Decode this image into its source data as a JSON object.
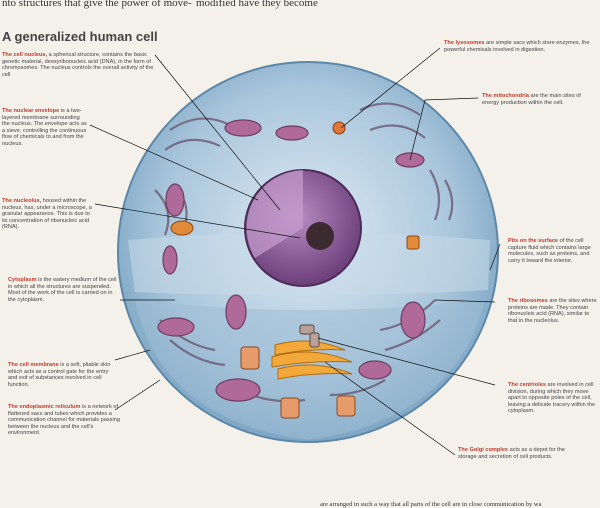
{
  "page": {
    "top_left": "nto structures that give the power of move-",
    "top_right": "modified have they become",
    "heading": "A generalized human cell",
    "bottom_text": "are arranged in such a way that all parts of the cell are in close communication by wa"
  },
  "labels": [
    {
      "id": "cell-nucleus",
      "term": "The cell nucleus,",
      "desc": " a spherical structure, contains the basic genetic material, deoxyribonucleic acid (DNA), in the form of chromosomes. The nucleus controls the overall activity of the cell"
    },
    {
      "id": "nuclear-envelope",
      "term": "The nuclear envelope",
      "desc": " is a two-layered membrane surrounding the nucleus. The envelope acts as a sieve, controlling the continuous flow of chemicals to and from the nucleus."
    },
    {
      "id": "nucleolus",
      "term": "The nucleolus,",
      "desc": " housed within the nucleus, has, under a microscope, a granular appearance. This is due to its concentration of ribonucleic acid (RNA)."
    },
    {
      "id": "cytoplasm",
      "term": "Cytoplasm",
      "desc": " is the watery medium of the cell in which all the structures are suspended. Most of the work of the cell is carried on in the cytoplasm."
    },
    {
      "id": "cell-membrane",
      "term": "The cell membrane",
      "desc": " is a soft, pliable skin which acts as a control gate for the entry and exit of substances involved in cell function."
    },
    {
      "id": "endoplasmic-reticulum",
      "term": "The endoplasmic reticulum",
      "desc": " is a network of flattened sacs and tubes which provides a communication channel for materials passing between the nucleus and the cell's environment."
    },
    {
      "id": "lysosomes",
      "term": "The lysosomes",
      "desc": " are simple sacs which store enzymes, the powerful chemicals involved in digestion."
    },
    {
      "id": "mitochondria",
      "term": "The mitochondria",
      "desc": " are the main sites of energy production within the cell."
    },
    {
      "id": "pits",
      "term": "Pits on the surface",
      "desc": " of the cell capture fluid which contains large molecules, such as proteins, and carry it toward the interior."
    },
    {
      "id": "ribosomes",
      "term": "The ribosomes",
      "desc": " are the sites where proteins are made. They contain ribonucleic acid (RNA), similar to that in the nucleolus."
    },
    {
      "id": "centrioles",
      "term": "The centrioles",
      "desc": " are involved in cell division, during which they move apart to opposite poles of the cell, leaving a delicate tracery within the cytoplasm."
    },
    {
      "id": "golgi",
      "term": "The Golgi complex",
      "desc": " acts as a depot for the storage and secretion of cell products."
    }
  ]
}
